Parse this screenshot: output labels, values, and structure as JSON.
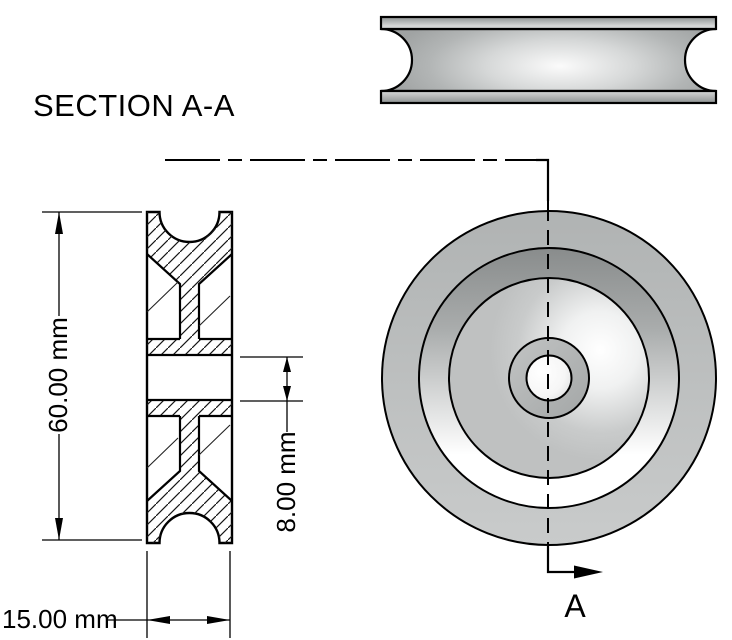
{
  "drawing": {
    "section_title": "SECTION A-A",
    "cut_arrow_label": "A",
    "dimensions": {
      "outer_diameter": {
        "label": "60.00 mm",
        "value": 60.0,
        "unit": "mm"
      },
      "bore": {
        "label": "8.00 mm",
        "value": 8.0,
        "unit": "mm"
      },
      "width": {
        "label": "15.00 mm",
        "value": 15.0,
        "unit": "mm"
      }
    }
  },
  "colors": {
    "background": "#ffffff",
    "line": "#000000",
    "metal_base": "#bcbebe",
    "metal_dark": "#8d9090",
    "metal_light": "#dcdede",
    "metal_highlight": "#fbfbfb"
  }
}
